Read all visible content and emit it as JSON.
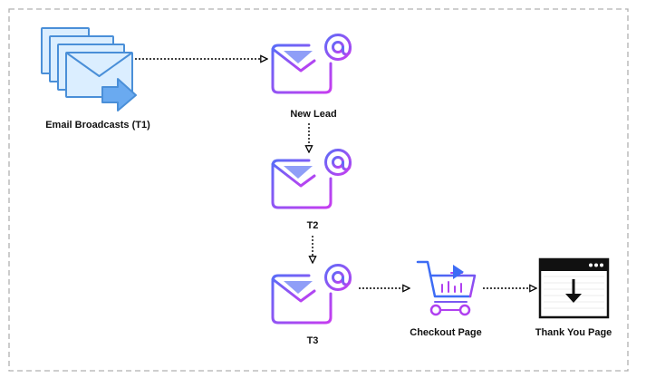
{
  "nodes": {
    "email_broadcasts": {
      "label": "Email Broadcasts (T1)",
      "icon": "email-broadcast-icon"
    },
    "new_lead": {
      "label": "New Lead",
      "icon": "email-at-icon"
    },
    "t2": {
      "label": "T2",
      "icon": "email-at-icon"
    },
    "t3": {
      "label": "T3",
      "icon": "email-at-icon"
    },
    "checkout_page": {
      "label": "Checkout Page",
      "icon": "shopping-cart-icon"
    },
    "thank_you_page": {
      "label": "Thank You Page",
      "icon": "browser-download-icon"
    }
  },
  "edges": [
    {
      "from": "Email Broadcasts (T1)",
      "to": "New Lead"
    },
    {
      "from": "New Lead",
      "to": "T2"
    },
    {
      "from": "T2",
      "to": "T3"
    },
    {
      "from": "T3",
      "to": "Checkout Page"
    },
    {
      "from": "Checkout Page",
      "to": "Thank You Page"
    }
  ],
  "colors": {
    "frame_border": "#b0b0b0",
    "connector": "#000000",
    "broadcast_stroke": "#4a8fd8",
    "broadcast_fill": "#dbeeff",
    "email_gradient_start": "#5b6cf7",
    "email_gradient_end": "#c73cf0",
    "cart_blue": "#3d6cf5",
    "cart_purple": "#b040f0"
  }
}
